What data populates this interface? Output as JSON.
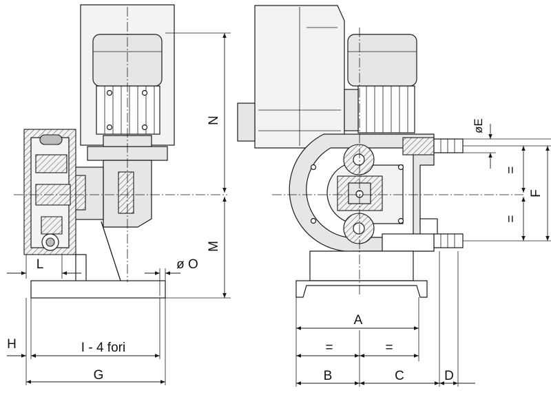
{
  "labels": {
    "N": "N",
    "M": "M",
    "L": "L",
    "O": "ø O",
    "H": "H",
    "I": "I - 4 fori",
    "G": "G",
    "A": "A",
    "B": "B",
    "C": "C",
    "D": "D",
    "E": "øE",
    "F": "F",
    "eq": "="
  }
}
